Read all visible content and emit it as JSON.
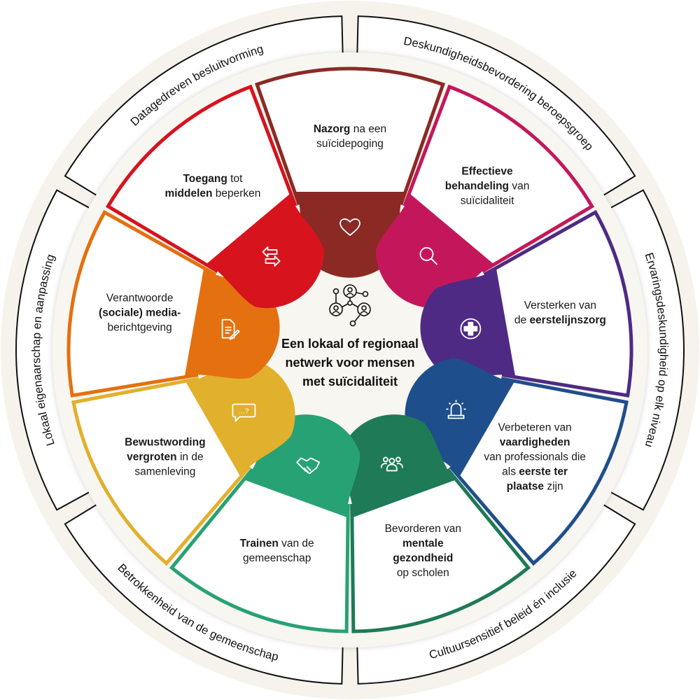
{
  "center": {
    "icon": "network-people-icon",
    "title_lines": [
      "Een lokaal of regionaal",
      "netwerk voor mensen",
      "met suïcidaliteit"
    ]
  },
  "segments": [
    {
      "name": "nazorg",
      "color": "#8B2A24",
      "icon": "heart-icon",
      "lines": [
        [
          {
            "text": "Nazorg",
            "bold": true
          },
          {
            "text": " na een",
            "bold": false
          }
        ],
        [
          {
            "text": "suïcidepoging",
            "bold": false
          }
        ]
      ]
    },
    {
      "name": "effectieve-behandeling",
      "color": "#C4175B",
      "icon": "magnifier-icon",
      "lines": [
        [
          {
            "text": "Effectieve",
            "bold": true
          }
        ],
        [
          {
            "text": "behandeling",
            "bold": true
          },
          {
            "text": " van",
            "bold": false
          }
        ],
        [
          {
            "text": "suïcidaliteit",
            "bold": false
          }
        ]
      ]
    },
    {
      "name": "eerstelijnszorg",
      "color": "#4E2A84",
      "icon": "medical-cross-icon",
      "lines": [
        [
          {
            "text": "Versterken van",
            "bold": false
          }
        ],
        [
          {
            "text": "de ",
            "bold": false
          },
          {
            "text": "eerstelijnszorg",
            "bold": true
          }
        ]
      ]
    },
    {
      "name": "vaardigheden",
      "color": "#1F4E8C",
      "icon": "siren-icon",
      "lines": [
        [
          {
            "text": "Verbeteren van",
            "bold": false
          }
        ],
        [
          {
            "text": "vaardigheden",
            "bold": true
          }
        ],
        [
          {
            "text": "van professionals die",
            "bold": false
          }
        ],
        [
          {
            "text": "als ",
            "bold": false
          },
          {
            "text": "eerste ter",
            "bold": true
          }
        ],
        [
          {
            "text": "plaatse",
            "bold": true
          },
          {
            "text": " zijn",
            "bold": false
          }
        ]
      ]
    },
    {
      "name": "mentale-gezondheid",
      "color": "#1E7A57",
      "icon": "people-group-icon",
      "lines": [
        [
          {
            "text": "Bevorderen van",
            "bold": false
          }
        ],
        [
          {
            "text": "mentale",
            "bold": true
          }
        ],
        [
          {
            "text": "gezondheid",
            "bold": true
          }
        ],
        [
          {
            "text": "op scholen",
            "bold": false
          }
        ]
      ]
    },
    {
      "name": "trainen",
      "color": "#27A274",
      "icon": "handshake-icon",
      "lines": [
        [
          {
            "text": "Trainen",
            "bold": true
          },
          {
            "text": " van de",
            "bold": false
          }
        ],
        [
          {
            "text": "gemeenschap",
            "bold": false
          }
        ]
      ]
    },
    {
      "name": "bewustwording",
      "color": "#E1B02C",
      "icon": "speech-bubble-icon",
      "lines": [
        [
          {
            "text": "Bewustwording",
            "bold": true
          }
        ],
        [
          {
            "text": "vergroten",
            "bold": true
          },
          {
            "text": " in de",
            "bold": false
          }
        ],
        [
          {
            "text": "samenleving",
            "bold": false
          }
        ]
      ]
    },
    {
      "name": "media-berichtgeving",
      "color": "#E5700F",
      "icon": "document-pen-icon",
      "lines": [
        [
          {
            "text": "Verantwoorde",
            "bold": false
          }
        ],
        [
          {
            "text": "(sociale) media-",
            "bold": true
          }
        ],
        [
          {
            "text": "berichtgeving",
            "bold": false
          }
        ]
      ]
    },
    {
      "name": "toegang-middelen",
      "color": "#D7131E",
      "icon": "exchange-arrows-icon",
      "lines": [
        [
          {
            "text": "Toegang",
            "bold": true
          },
          {
            "text": " tot",
            "bold": false
          }
        ],
        [
          {
            "text": "middelen",
            "bold": true
          },
          {
            "text": " beperken",
            "bold": false
          }
        ]
      ]
    }
  ],
  "outer_ring": [
    {
      "label": "Datagedreven besluitvorming"
    },
    {
      "label": "Deskundigheidsbevordering beroepsgroep"
    },
    {
      "label": "Ervaringsdeskundigheid op elk niveau"
    },
    {
      "label": "Cultuursensitief beleid én inclusie"
    },
    {
      "label": "Betrokkenheid van de gemeenschap"
    },
    {
      "label": "Lokaal eigenaarschap en aanpassing"
    }
  ],
  "colors": {
    "background_ring": "#F6F3EC",
    "inner_disk": "#F8F6F0",
    "outline": "#111111"
  }
}
